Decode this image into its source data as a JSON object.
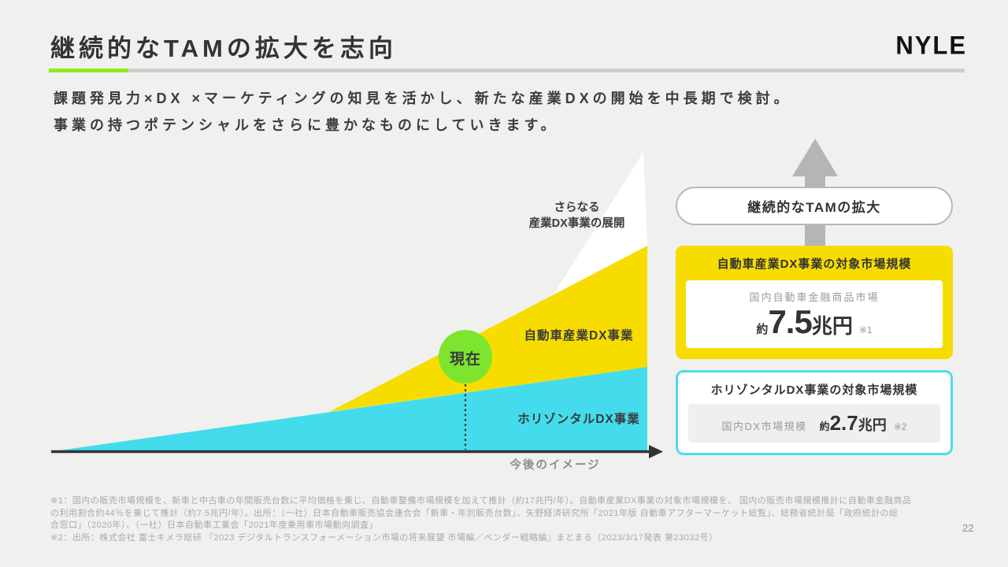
{
  "slide": {
    "title": "継続的なTAMの拡大を志向",
    "logo": "NYLE",
    "subtitle_line1": "課題発見力×DX ×マーケティングの知見を活かし、新たな産業DXの開始を中長期で検討。",
    "subtitle_line2": "事業の持つポテンシャルをさらに豊かなものにしていきます。",
    "page_number": "22"
  },
  "chart": {
    "type": "conceptual-stacked-area",
    "x_axis_label": "今後のイメージ",
    "current_marker_label": "現在",
    "areas": [
      {
        "label": "ホリゾンタルDX事業",
        "color": "#44dcec"
      },
      {
        "label": "自動車産業DX事業",
        "color": "#f7dc00"
      },
      {
        "label_line1": "さらなる",
        "label_line2": "産業DX事業の展開",
        "color": "#ffffff"
      }
    ]
  },
  "panel": {
    "pill_label": "継続的なTAMの拡大",
    "yellow_box": {
      "title": "自動車産業DX事業の対象市場規模",
      "market_name": "国内自動車金融商品市場",
      "value_prefix": "約",
      "value": "7.5",
      "value_unit": "兆円",
      "footnote_ref": "※1"
    },
    "cyan_box": {
      "title": "ホリゾンタルDX事業の対象市場規模",
      "market_name": "国内DX市場規模",
      "value_prefix": "約",
      "value": "2.7",
      "value_unit": "兆円",
      "footnote_ref": "※2"
    }
  },
  "footnotes": {
    "lines": [
      "※1：国内の販売市場規模を、新車と中古車の年間販売台数に平均価格を乗じ、自動車整備市場規模を加えて推計（約17兆円/年）。自動車産業DX事業の対象市場規模を、 国内の販売市場規模推計に自動車金融商品",
      "の利用割合約44％を乗じて推計（約7.5兆円/年）。出所：（一社）日本自動車販売協会連合会「新車・年別販売台数」、矢野経済研究所「2021年版 自動車アフターマーケット総覧」、総務省統計局「政府統計の総",
      "合窓口」（2020年）、（一社）日本自動車工業会「2021年度乗用車市場動向調査」",
      "※2：出所：株式会社 富士キメラ総研 『2023 デジタルトランスフォーメーション市場の将来展望 市場編／ベンダー戦略編』まとまる（2023/3/17発表 第23032号）"
    ]
  },
  "colors": {
    "background": "#f0f0ee",
    "accent_green": "#8deb1b",
    "area_yellow": "#f7dc00",
    "area_cyan": "#44dcec",
    "area_white": "#ffffff",
    "marker_green": "#7de52f",
    "arrow_gray": "#b5b5b5",
    "cyan_border": "#4edcee",
    "dark_text": "#333333",
    "gray_text": "#9a9a9a"
  }
}
